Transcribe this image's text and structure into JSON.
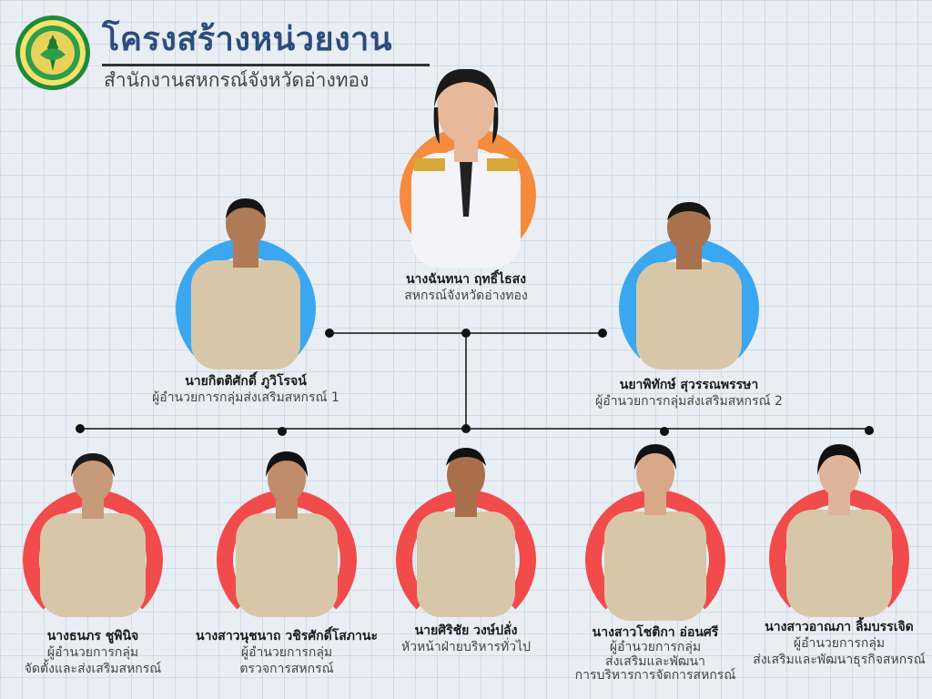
{
  "header": {
    "logo_icon": "royal-emblem-seal",
    "title": "โครงสร้างหน่วยงาน",
    "subtitle": "สำนักงานสหกรณ์จังหวัดอ่างทอง"
  },
  "colors": {
    "title": "#2b4c7e",
    "ring_top": "#f58b3c",
    "ring_middle": "#3aa7f0",
    "ring_bottom": "#f14b4b",
    "uniform_white": "#f4f4f8",
    "uniform_khaki": "#d8c6a8",
    "connector": "#111111"
  },
  "director": {
    "name": "นางฉันทนา ฤทธิ์ไธสง",
    "role_lines": [
      "สหกรณ์จังหวัดอ่างทอง"
    ]
  },
  "deputies": [
    {
      "name": "นายกิตติศักดิ์ ภูวิโรจน์",
      "role_lines": [
        "ผู้อำนวยการกลุ่มส่งเสริมสหกรณ์ 1"
      ]
    },
    {
      "name": "นยาพิทักษ์ สุวรรณพรรษา",
      "role_lines": [
        "ผู้อำนวยการกลุ่มส่งเสริมสหกรณ์ 2"
      ]
    }
  ],
  "staff": [
    {
      "name": "นางธนภร ชูพินิจ",
      "role_lines": [
        "ผู้อำนวยการกลุ่ม",
        "จัดตั้งและส่งเสริมสหกรณ์"
      ]
    },
    {
      "name": "นางสาวนุชนาถ วชิรศักดิ์โสภานะ",
      "role_lines": [
        "ผู้อำนวยการกลุ่ม",
        "ตรวจการสหกรณ์"
      ]
    },
    {
      "name": "นายศิริชัย วงษ์ปลั่ง",
      "role_lines": [
        "หัวหน้าฝ่ายบริหารทั่วไป"
      ]
    },
    {
      "name": "นางสาวโชติกา อ่อนศรี",
      "role_lines": [
        "ผู้อำนวยการกลุ่ม",
        "ส่งเสริมและพัฒนา",
        "การบริหารการจัดการสหกรณ์"
      ]
    },
    {
      "name": "นางสาวอาณภา ลิ้มบรรเจิด",
      "role_lines": [
        "ผู้อำนวยการกลุ่ม",
        "ส่งเสริมและพัฒนาธุรกิจสหกรณ์"
      ]
    }
  ]
}
